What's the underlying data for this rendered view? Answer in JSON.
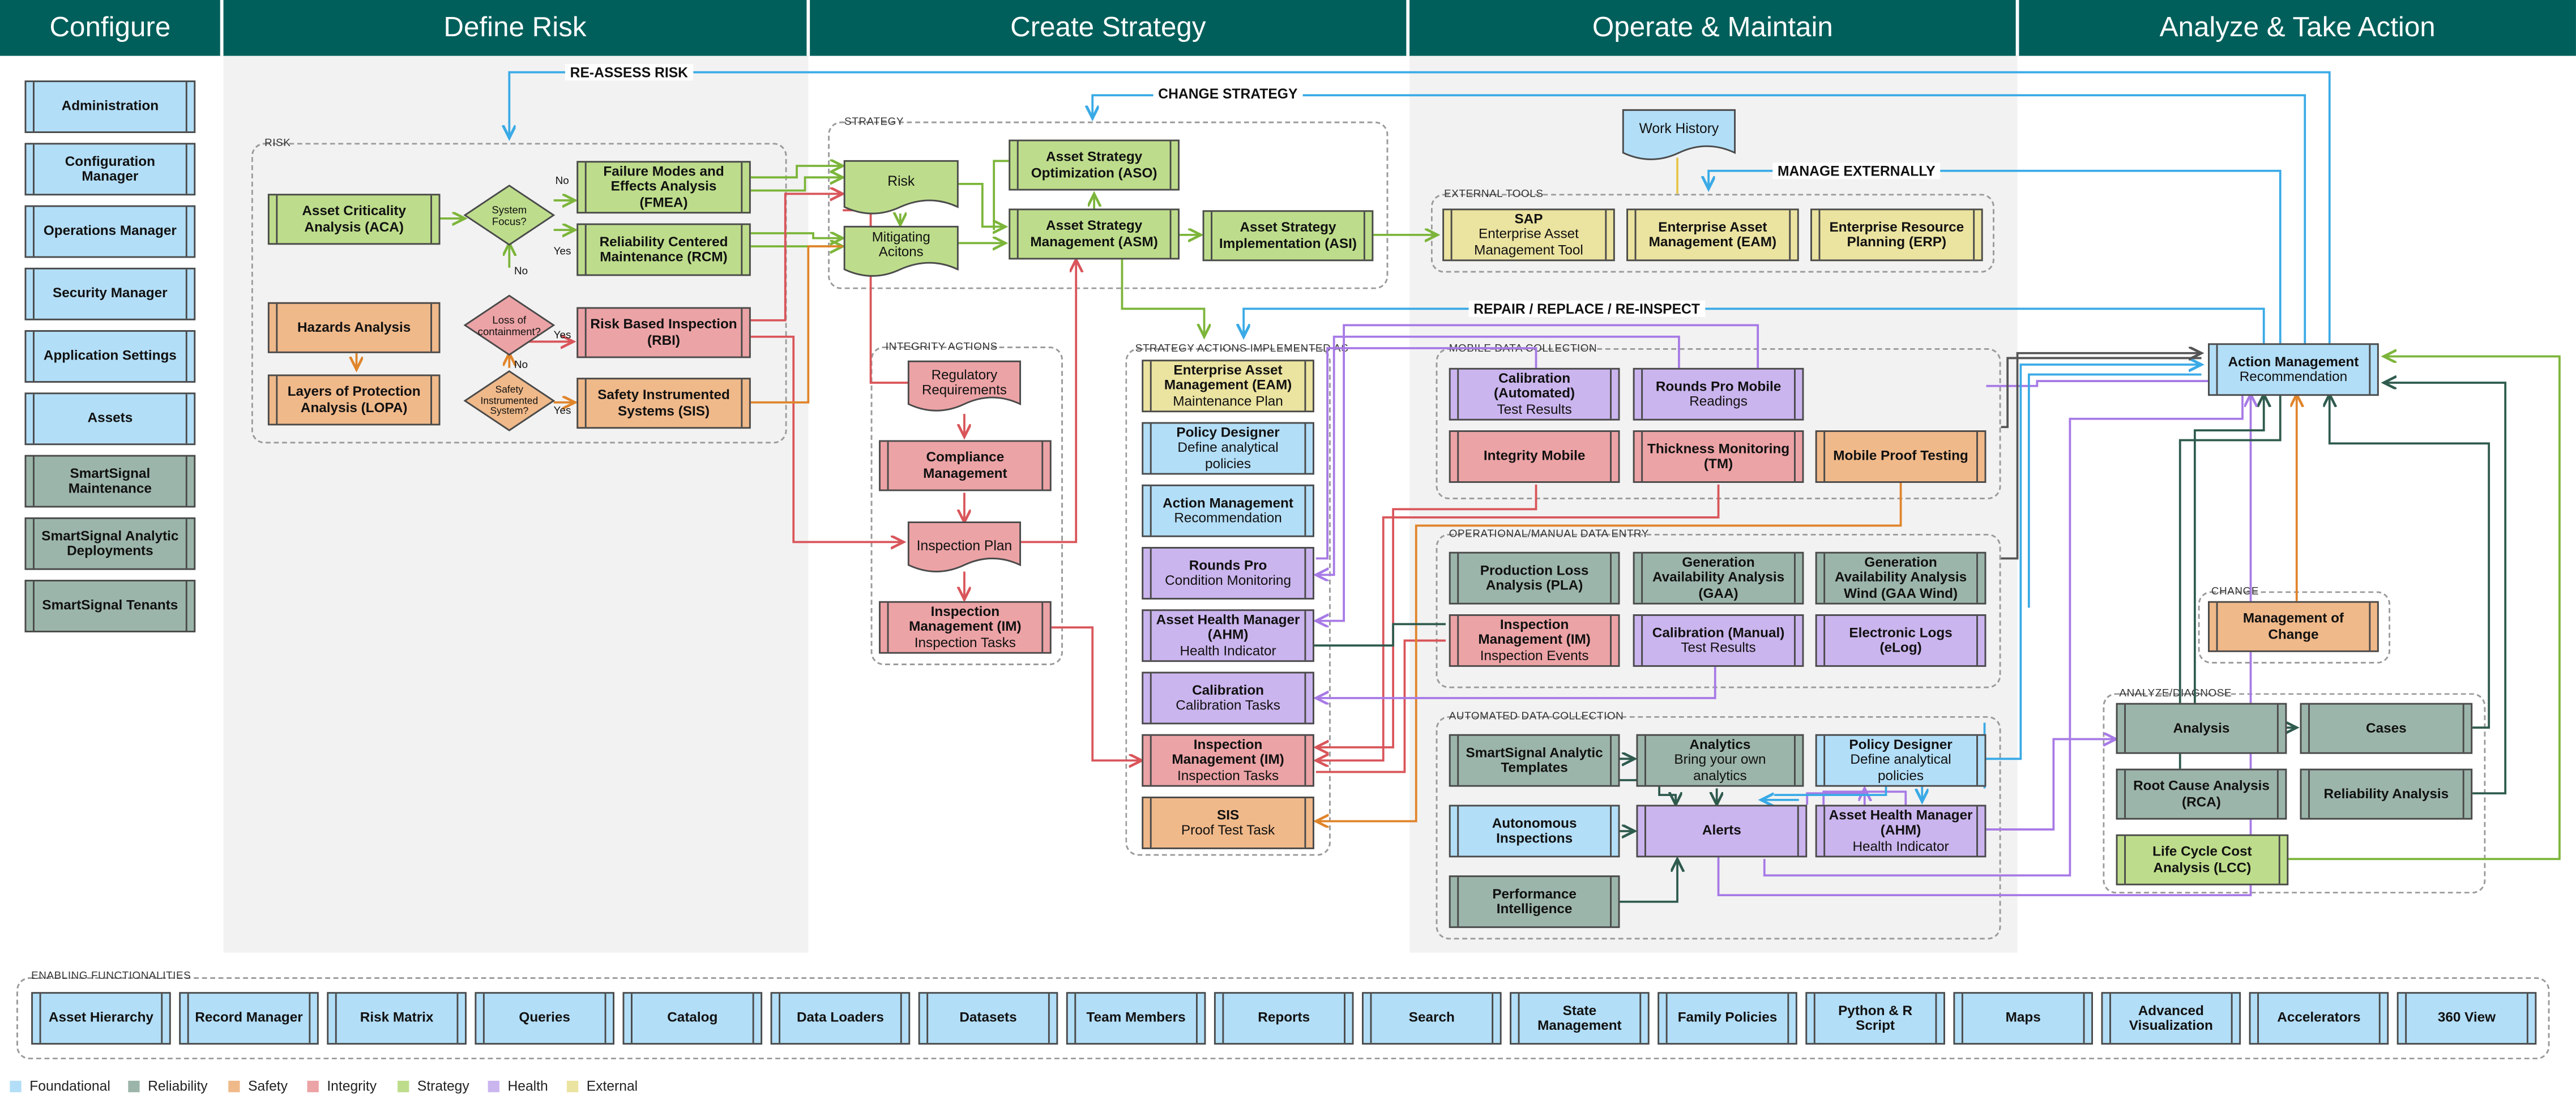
{
  "headers": [
    "Configure",
    "Define Risk",
    "Create Strategy",
    "Operate & Maintain",
    "Analyze & Take Action"
  ],
  "configure": [
    "Administration",
    "Configuration Manager",
    "Operations Manager",
    "Security Manager",
    "Application Settings",
    "Assets",
    "SmartSignal Maintenance",
    "SmartSignal Analytic Deployments",
    "SmartSignal Tenants"
  ],
  "groups": {
    "risk": "RISK",
    "strategy": "STRATEGY",
    "integrity_actions": "INTEGRITY ACTIONS",
    "strategy_actions": "STRATEGY ACTIONS IMPLEMENTED AS",
    "external_tools": "EXTERNAL TOOLS",
    "mobile": "MOBILE DATA COLLECTION",
    "operational": "OPERATIONAL/MANUAL DATA ENTRY",
    "automated": "AUTOMATED DATA COLLECTION",
    "change": "CHANGE",
    "analyze": "ANALYZE/DIAGNOSE",
    "enabling": "ENABLING FUNCTIONALITIES"
  },
  "risk": {
    "aca": "Asset Criticality Analysis (ACA)",
    "system_focus": "System Focus?",
    "fmea": "Failure Modes and Effects Analysis (FMEA)",
    "rcm": "Reliability Centered Maintenance (RCM)",
    "hazards": "Hazards Analysis",
    "loss": "Loss of containment?",
    "rbi": "Risk Based Inspection (RBI)",
    "lopa": "Layers of Protection Analysis (LOPA)",
    "sis_q": "Safety Instrumented System?",
    "sis": "Safety Instrumented Systems (SIS)",
    "no": "No",
    "yes": "Yes"
  },
  "strategy": {
    "risk": "Risk",
    "mitigating": "Mitigating Acitons",
    "aso": "Asset Strategy Optimization (ASO)",
    "asm": "Asset Strategy Management (ASM)",
    "asi": "Asset Strategy Implementation (ASI)"
  },
  "integrity": {
    "reg": "Regulatory Requirements",
    "compliance": "Compliance Management",
    "plan": "Inspection Plan",
    "im_bold": "Inspection Management (IM)",
    "im_sub": "Inspection Tasks"
  },
  "sa": [
    {
      "bold": "Enterprise Asset Management (EAM)",
      "sub": "Maintenance Plan",
      "cls": "e"
    },
    {
      "bold": "Policy Designer",
      "sub": "Define analytical policies",
      "cls": "f"
    },
    {
      "bold": "Action Management",
      "sub": "Recommendation",
      "cls": "f"
    },
    {
      "bold": "Rounds Pro",
      "sub": "Condition Monitoring",
      "cls": "h"
    },
    {
      "bold": "Asset Health Manager (AHM)",
      "sub": "Health Indicator",
      "cls": "h"
    },
    {
      "bold": "Calibration",
      "sub": "Calibration Tasks",
      "cls": "h"
    },
    {
      "bold": "Inspection Management (IM)",
      "sub": "Inspection Tasks",
      "cls": "i"
    },
    {
      "bold": "SIS",
      "sub": "Proof Test Task",
      "cls": "s"
    }
  ],
  "external": {
    "work_history": "Work History",
    "sap_bold": "SAP",
    "sap_sub": "Enterprise Asset Management Tool",
    "eam": "Enterprise Asset Management (EAM)",
    "erp": "Enterprise Resource Planning (ERP)"
  },
  "mobile": {
    "cal_bold": "Calibration (Automated)",
    "cal_sub": "Test Results",
    "rounds_bold": "Rounds Pro Mobile",
    "rounds_sub": "Readings",
    "integrity": "Integrity Mobile",
    "thickness": "Thickness Monitoring (TM)",
    "proof": "Mobile Proof Testing"
  },
  "operational": {
    "pla": "Production Loss Analysis (PLA)",
    "gaa": "Generation Availability Analysis (GAA)",
    "gaa_wind": "Generation Availability Analysis Wind (GAA Wind)",
    "im_bold": "Inspection Management (IM)",
    "im_sub": "Inspection Events",
    "calm_bold": "Calibration (Manual)",
    "calm_sub": "Test Results",
    "elog": "Electronic Logs (eLog)"
  },
  "automated": {
    "templates": "SmartSignal Analytic Templates",
    "analytics_bold": "Analytics",
    "analytics_sub": "Bring your own analytics",
    "policy_bold": "Policy Designer",
    "policy_sub": "Define analytical policies",
    "autonomous": "Autonomous Inspections",
    "alerts": "Alerts",
    "ahm_bold": "Asset Health Manager (AHM)",
    "ahm_sub": "Health Indicator",
    "performance": "Performance Intelligence"
  },
  "action": {
    "am_bold": "Action Management",
    "am_sub": "Recommendation",
    "moc": "Management of Change",
    "analysis": "Analysis",
    "cases": "Cases",
    "rca": "Root Cause Analysis (RCA)",
    "reliability": "Reliability Analysis",
    "lcc": "Life Cycle Cost Analysis (LCC)"
  },
  "connectors": {
    "reassess": "RE-ASSESS RISK",
    "change": "CHANGE STRATEGY",
    "manage": "MANAGE EXTERNALLY",
    "repair": "REPAIR / REPLACE / RE-INSPECT"
  },
  "enabling": [
    "Asset Hierarchy",
    "Record Manager",
    "Risk Matrix",
    "Queries",
    "Catalog",
    "Data Loaders",
    "Datasets",
    "Team Members",
    "Reports",
    "Search",
    "State Management",
    "Family Policies",
    "Python & R Script",
    "Maps",
    "Advanced Visualization",
    "Accelerators",
    "360 View"
  ],
  "legend": [
    {
      "label": "Foundational",
      "color": "#b3def7"
    },
    {
      "label": "Reliability",
      "color": "#9cb5aa"
    },
    {
      "label": "Safety",
      "color": "#f0b98a"
    },
    {
      "label": "Integrity",
      "color": "#eca3a6"
    },
    {
      "label": "Strategy",
      "color": "#bedd8c"
    },
    {
      "label": "Health",
      "color": "#cbb5ee"
    },
    {
      "label": "External",
      "color": "#ebe3a0"
    }
  ]
}
